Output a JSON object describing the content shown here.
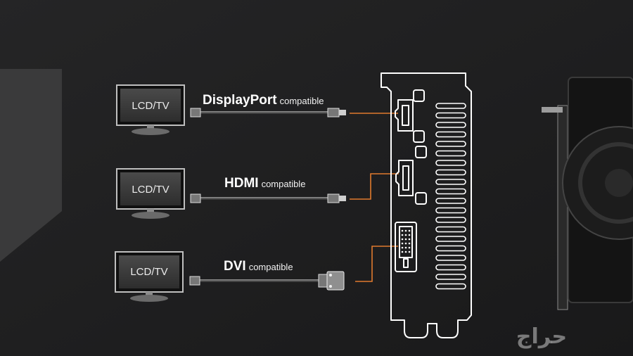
{
  "monitors": [
    {
      "label": "LCD/TV"
    },
    {
      "label": "LCD/TV"
    },
    {
      "label": "LCD/TV"
    }
  ],
  "connections": [
    {
      "name": "DisplayPort",
      "suffix": "compatible"
    },
    {
      "name": "HDMI",
      "suffix": "compatible"
    },
    {
      "name": "DVI",
      "suffix": "compatible"
    }
  ],
  "watermark": "حراج",
  "colors": {
    "background": "#1e1e1f",
    "accent_line": "#e07a2e",
    "outline": "#ffffff",
    "monitor_screen": "#3b3b3b"
  }
}
